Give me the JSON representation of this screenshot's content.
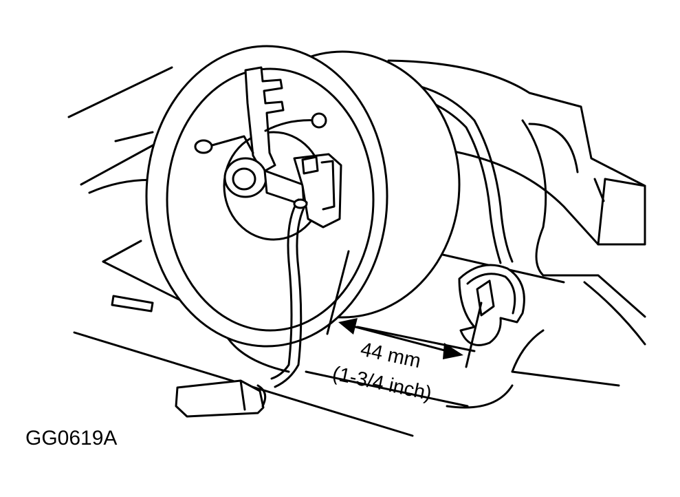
{
  "figure_id": "GG0619A",
  "dimension": {
    "metric": "44 mm",
    "imperial": "(1-3/4 inch)"
  }
}
